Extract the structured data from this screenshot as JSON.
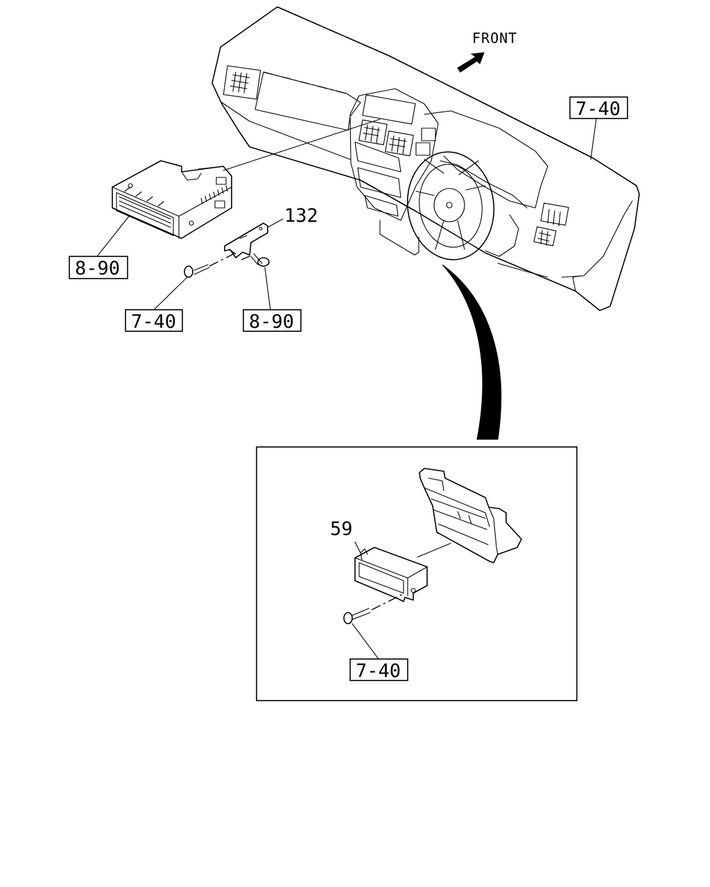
{
  "labels": {
    "front": "FRONT",
    "ref_dash_top": "7-40",
    "ref_radio": "8-90",
    "ref_screw_left": "7-40",
    "ref_screw_right": "8-90",
    "part_bracket": "132",
    "part_pocket": "59",
    "ref_pocket_screw": "7-40"
  }
}
